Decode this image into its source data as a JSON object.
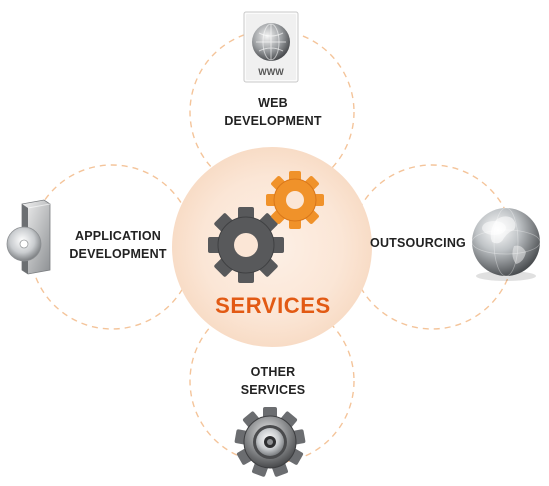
{
  "diagram": {
    "center": {
      "label": "SERVICES"
    },
    "nodes": {
      "web": {
        "line1": "WEB",
        "line2": "DEVELOPMENT",
        "icon": "www-globe-icon",
        "www_tag": "WWW"
      },
      "app": {
        "line1": "APPLICATION",
        "line2": "DEVELOPMENT",
        "icon": "software-box-cd-icon"
      },
      "out": {
        "line1": "OUTSOURCING",
        "icon": "globe-icon"
      },
      "other": {
        "line1": "OTHER",
        "line2": "SERVICES",
        "icon": "gear-icon"
      }
    }
  },
  "colors": {
    "accent": "#e25a14",
    "gear_orange": "#f0922a",
    "gear_dark": "#555555",
    "dashed_ring": "#f4c49a",
    "center_glow": "#fbe3cf"
  }
}
